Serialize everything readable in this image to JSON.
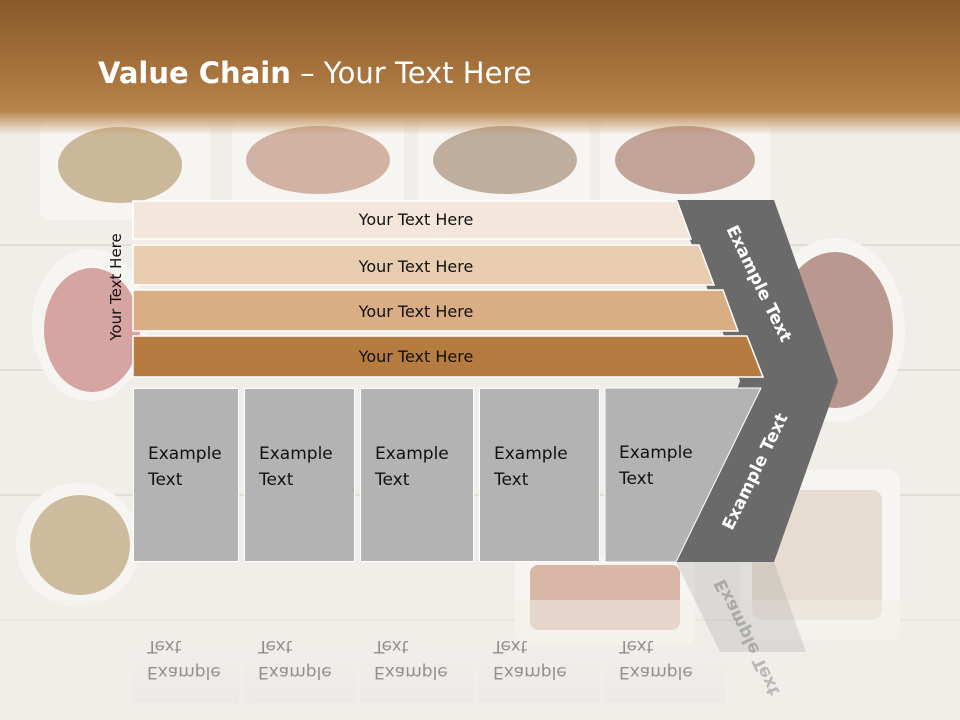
{
  "slide": {
    "title_bold": "Value Chain",
    "title_rest": " – Your Text Here",
    "vertical_label": "Your Text Here"
  },
  "bands": [
    {
      "label": "Your Text Here",
      "color": "#f3e6da"
    },
    {
      "label": "Your Text Here",
      "color": "#e8cdb1"
    },
    {
      "label": "Your Text Here",
      "color": "#d9ae84"
    },
    {
      "label": "Your Text Here",
      "color": "#b67b3e"
    }
  ],
  "arrow": {
    "upper_label": "Example Text",
    "lower_label": "Example Text",
    "color": "#6a6a6a"
  },
  "boxes": [
    {
      "label": "Example\nText"
    },
    {
      "label": "Example\nText"
    },
    {
      "label": "Example\nText"
    },
    {
      "label": "Example\nText"
    },
    {
      "label": "Example\nText"
    }
  ],
  "colors": {
    "header": "#a8743e",
    "box_fill": "#b3b3b3",
    "background": "#f1eeea"
  }
}
